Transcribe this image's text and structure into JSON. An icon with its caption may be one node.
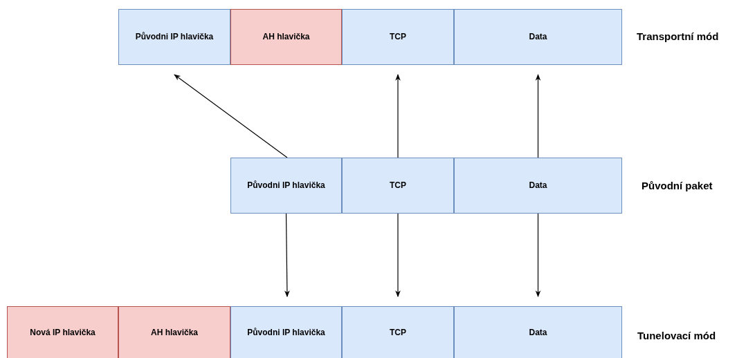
{
  "diagram": {
    "nodes": [
      {
        "text": [
          "Původni IP hlavička"
        ]
      },
      {
        "text": [
          "AH hlavička"
        ]
      },
      {
        "text": [
          "TCP"
        ]
      },
      {
        "text": [
          "Data"
        ]
      },
      {
        "text": [
          "Původni IP hlavička"
        ]
      },
      {
        "text": [
          "TCP"
        ]
      },
      {
        "text": [
          "Data"
        ]
      },
      {
        "text": [
          "Nová IP hlavička"
        ]
      },
      {
        "text": [
          "AH hlavička"
        ]
      },
      {
        "text": [
          "Původni IP hlavička"
        ]
      },
      {
        "text": [
          "TCP"
        ]
      },
      {
        "text": [
          "Data"
        ]
      }
    ],
    "edges": [
      {
        "from": 4,
        "to": 0,
        "arrow": "to"
      },
      {
        "from": 5,
        "to": 2,
        "arrow": "to"
      },
      {
        "from": 6,
        "to": 3,
        "arrow": "to"
      },
      {
        "from": 4,
        "to": 9,
        "arrow": "to"
      },
      {
        "from": 5,
        "to": 10,
        "arrow": "to"
      },
      {
        "from": 6,
        "to": 11,
        "arrow": "to"
      }
    ],
    "labels": [
      "Transportní mód",
      "Původní paket",
      "Tunelovací mód"
    ]
  }
}
